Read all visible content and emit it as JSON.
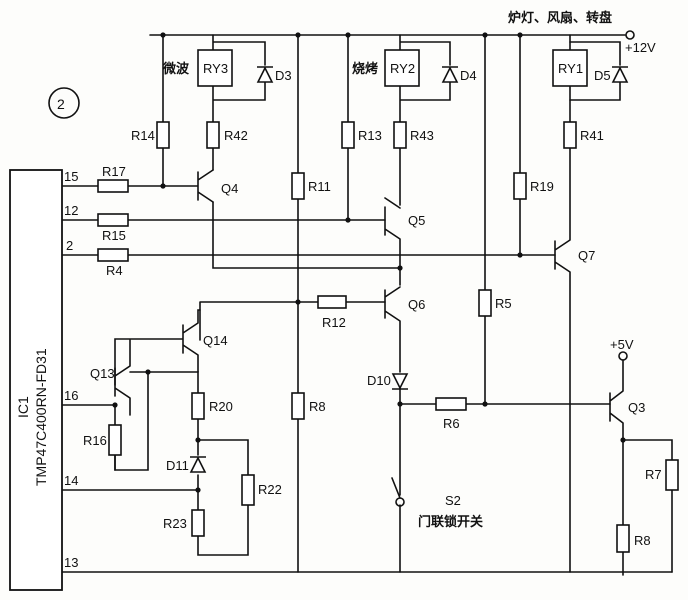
{
  "circle_number": "2",
  "ic": {
    "name": "IC1",
    "part": "TMP47C400RN-FD31"
  },
  "pins": {
    "p15": "15",
    "p12": "12",
    "p2": "2",
    "p16": "16",
    "p14": "14",
    "p13": "13"
  },
  "rails": {
    "v12": "+12V",
    "v5": "+5V"
  },
  "loads": {
    "top": "炉灯、风扇、转盘",
    "micro": "微波",
    "grill": "烧烤"
  },
  "relays": {
    "ry1": "RY1",
    "ry2": "RY2",
    "ry3": "RY3"
  },
  "diodes": {
    "d3": "D3",
    "d4": "D4",
    "d5": "D5",
    "d10": "D10",
    "d11": "D11"
  },
  "resistors": {
    "r4": "R4",
    "r5": "R5",
    "r6": "R6",
    "r7": "R7",
    "r8a": "R8",
    "r8b": "R8",
    "r11": "R11",
    "r12": "R12",
    "r13": "R13",
    "r14": "R14",
    "r15": "R15",
    "r16": "R16",
    "r17": "R17",
    "r19": "R19",
    "r20": "R20",
    "r22": "R22",
    "r23": "R23",
    "r41": "R41",
    "r42": "R42",
    "r43": "R43"
  },
  "transistors": {
    "q3": "Q3",
    "q4": "Q4",
    "q5": "Q5",
    "q6": "Q6",
    "q7": "Q7",
    "q13": "Q13",
    "q14": "Q14"
  },
  "switch": {
    "ref": "S2",
    "desc": "门联锁开关"
  }
}
